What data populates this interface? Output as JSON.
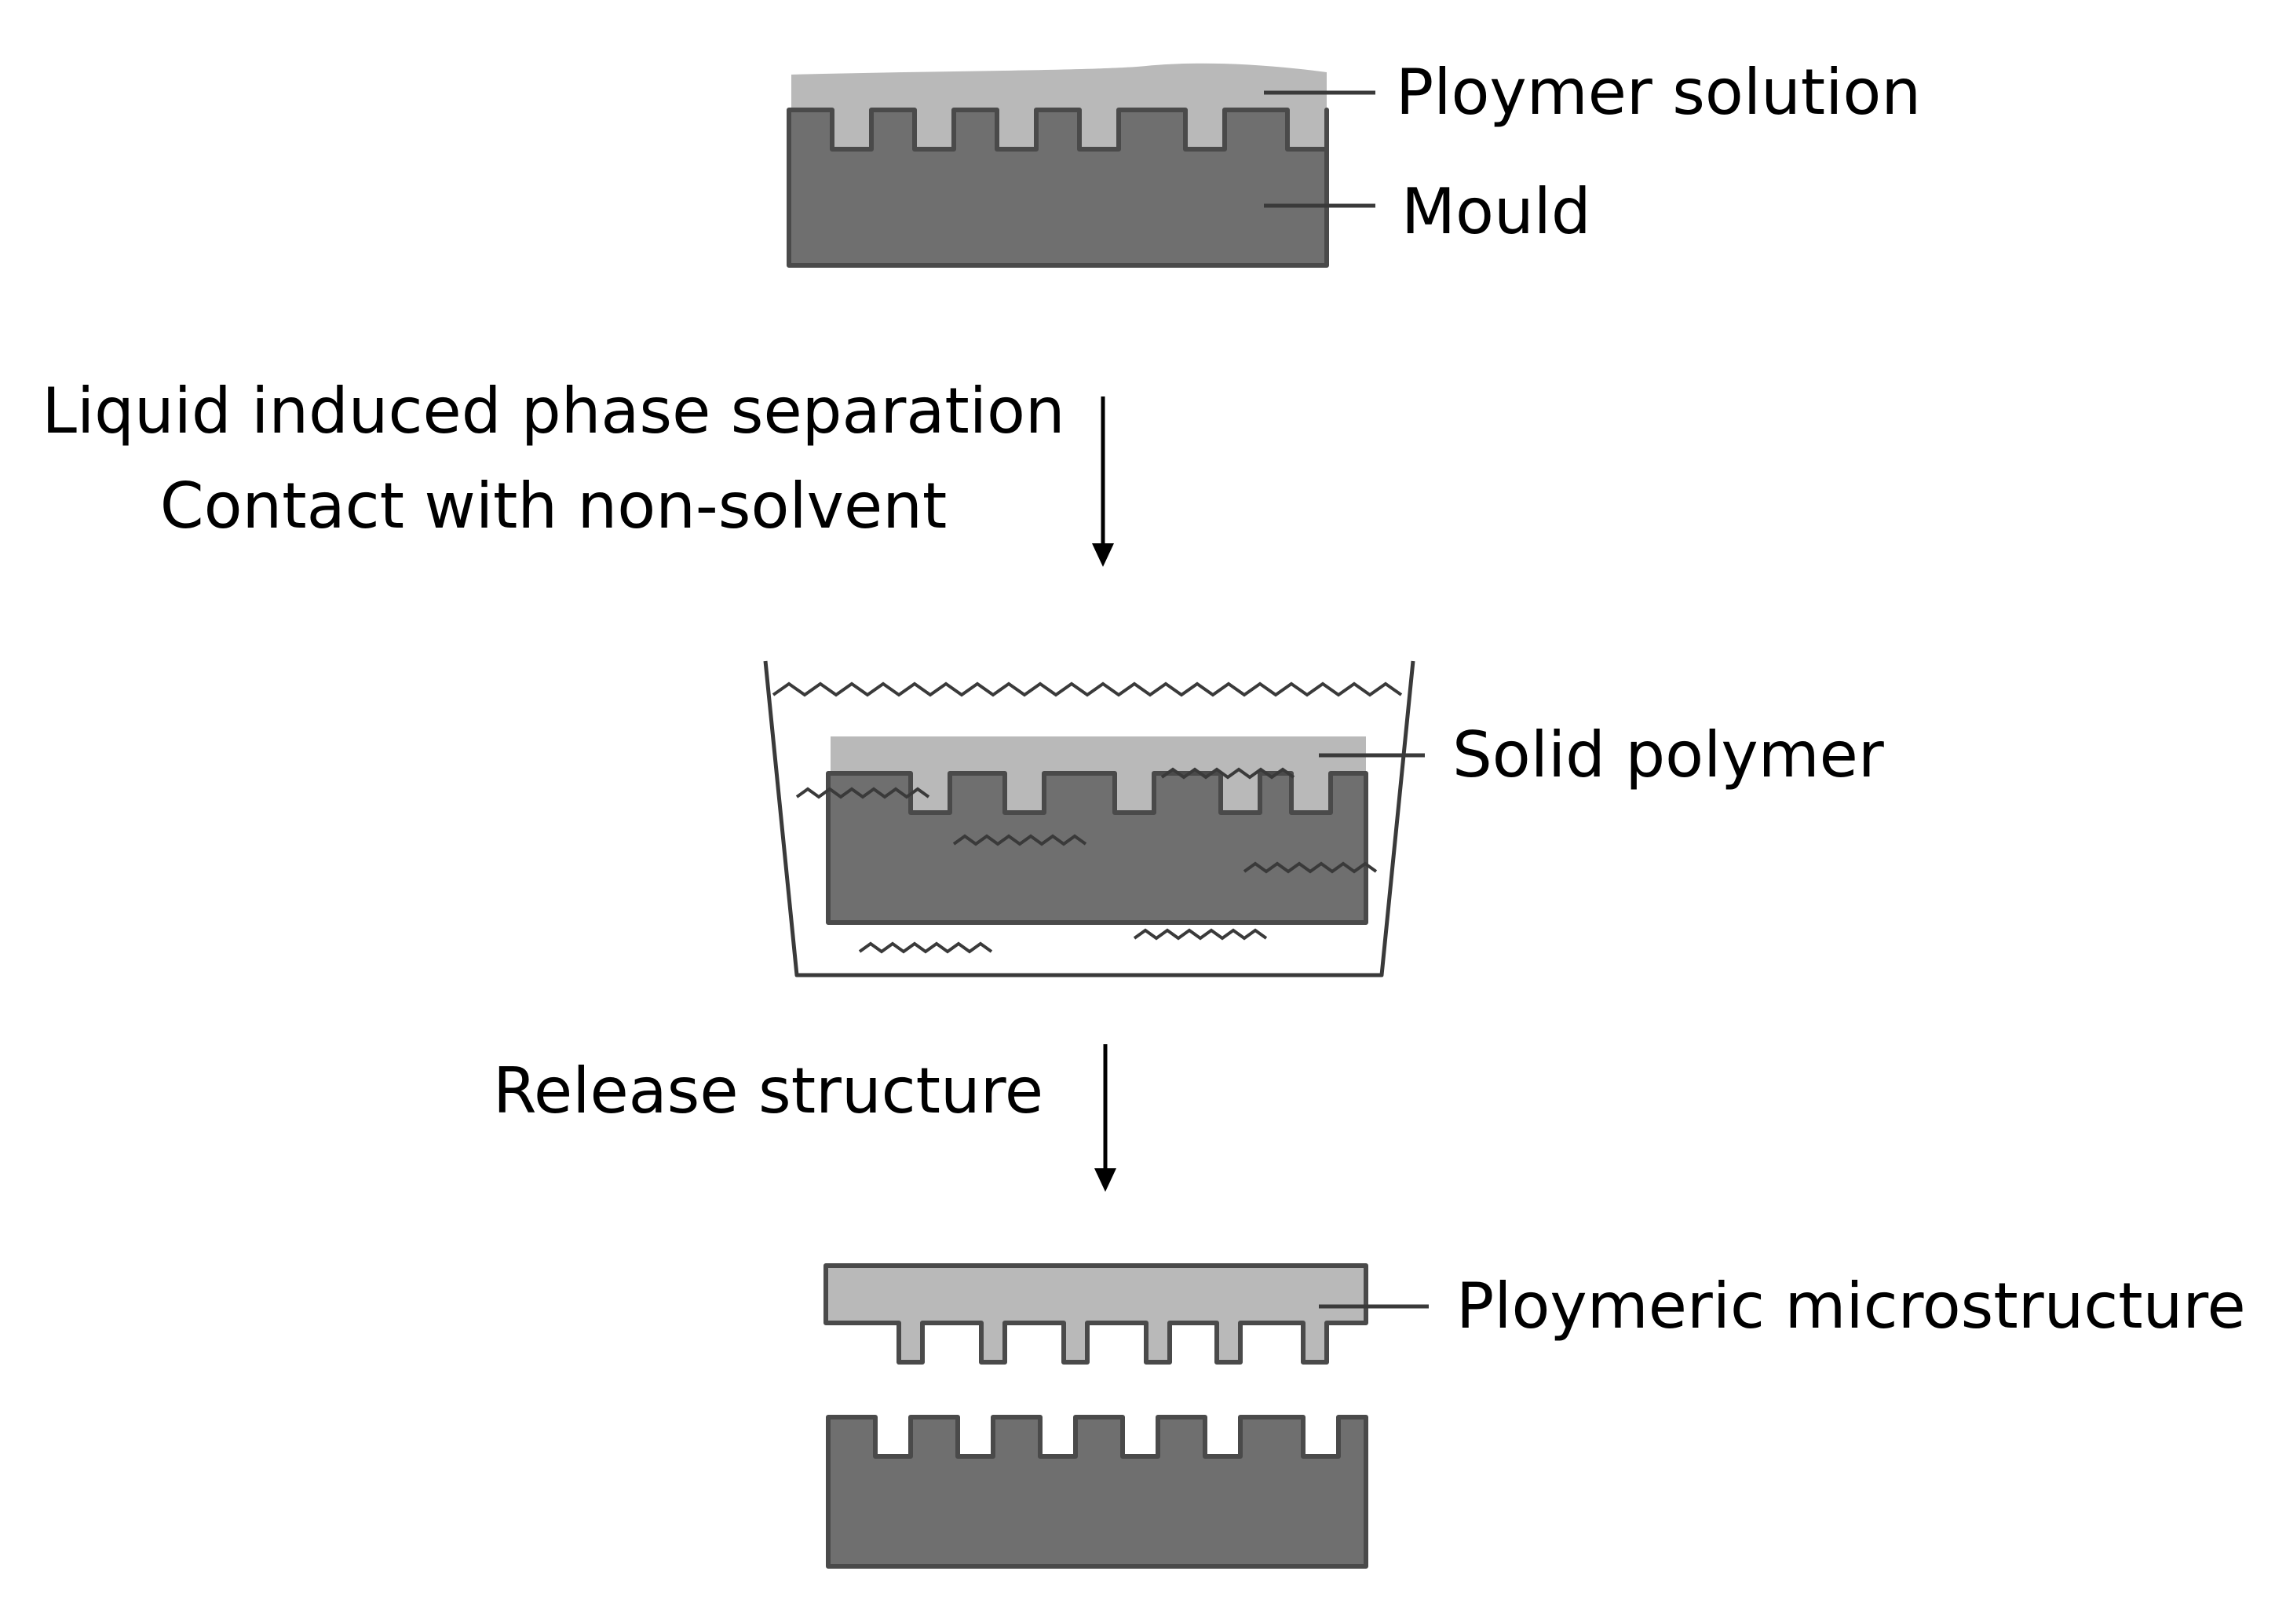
{
  "colors": {
    "mould": "#6f6f6f",
    "polymer": "#b9b9b9",
    "outline": "#4a4a4a",
    "line": "#3a3a3a",
    "text": "#000000",
    "background": "#ffffff"
  },
  "stage1": {
    "polymer_label": "Ploymer solution",
    "mould_label": "Mould"
  },
  "step1": {
    "line1": "Liquid induced phase separation",
    "line2": "Contact with non-solvent"
  },
  "stage2": {
    "solid_label": "Solid polymer"
  },
  "step2": {
    "label": "Release structure"
  },
  "stage3": {
    "microstructure_label": "Ploymeric microstructure"
  }
}
